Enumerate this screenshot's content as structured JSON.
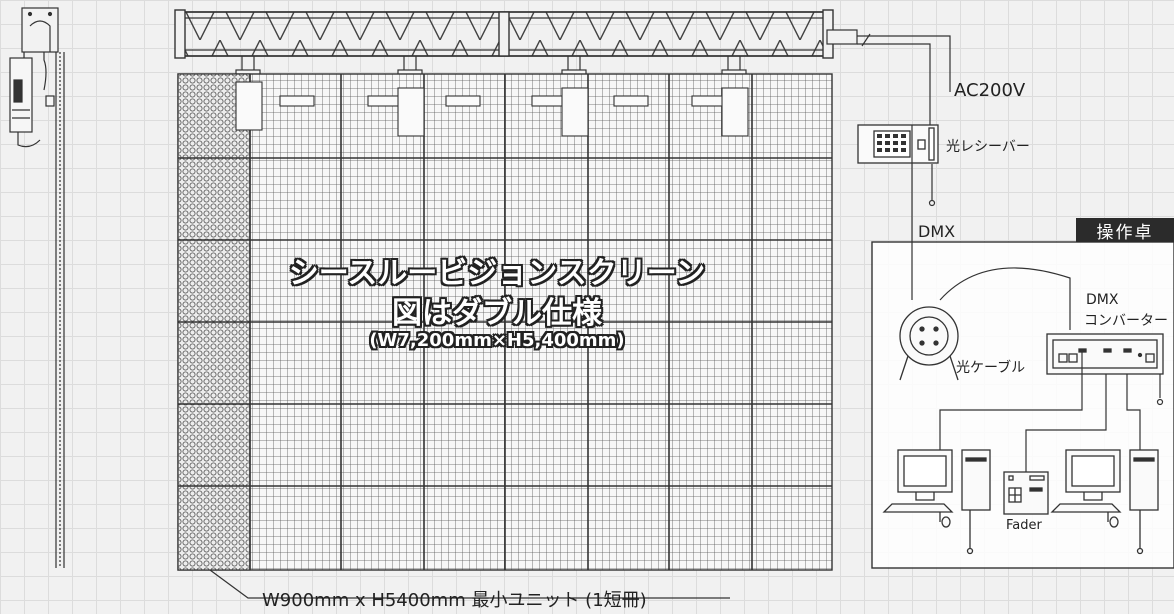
{
  "title": {
    "line1": "シースルービジョンスクリーン",
    "line2": "図はダブル仕様",
    "dims": "(W7,200mm×H5,400mm)"
  },
  "labels": {
    "ac": "AC200V",
    "receiver": "光レシーバー",
    "dmx": "DMX",
    "console": "操作卓",
    "converter_line1": "DMX",
    "converter_line2": "コンバーター",
    "cable": "光ケーブル",
    "fader": "Fader",
    "unit": "W900mm x H5400mm 最小ユニット (1短冊)"
  },
  "colors": {
    "line": "#333333",
    "label_bg": "#2b2b2b",
    "title_fill": "#ffffff"
  }
}
